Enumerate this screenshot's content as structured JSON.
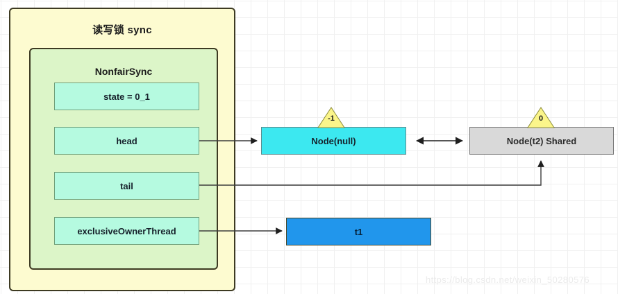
{
  "diagram": {
    "outer": {
      "title": "读写锁 sync"
    },
    "inner": {
      "title": "NonfairSync"
    },
    "fields": [
      {
        "key": "state",
        "label": "state = 0_1"
      },
      {
        "key": "head",
        "label": "head"
      },
      {
        "key": "tail",
        "label": "tail"
      },
      {
        "key": "exclusiveOwnerThread",
        "label": "exclusiveOwnerThread"
      }
    ],
    "nodes": [
      {
        "key": "node-null",
        "label": "Node(null)",
        "waitStatus": "-1",
        "color": "#3ce8f0"
      },
      {
        "key": "node-t2",
        "label": "Node(t2) Shared",
        "waitStatus": "0",
        "color": "#d9d9d9"
      },
      {
        "key": "node-t1",
        "label": "t1",
        "color": "#2196ec"
      }
    ],
    "watermark": "https://blog.csdn.net/weixin_50280576"
  }
}
